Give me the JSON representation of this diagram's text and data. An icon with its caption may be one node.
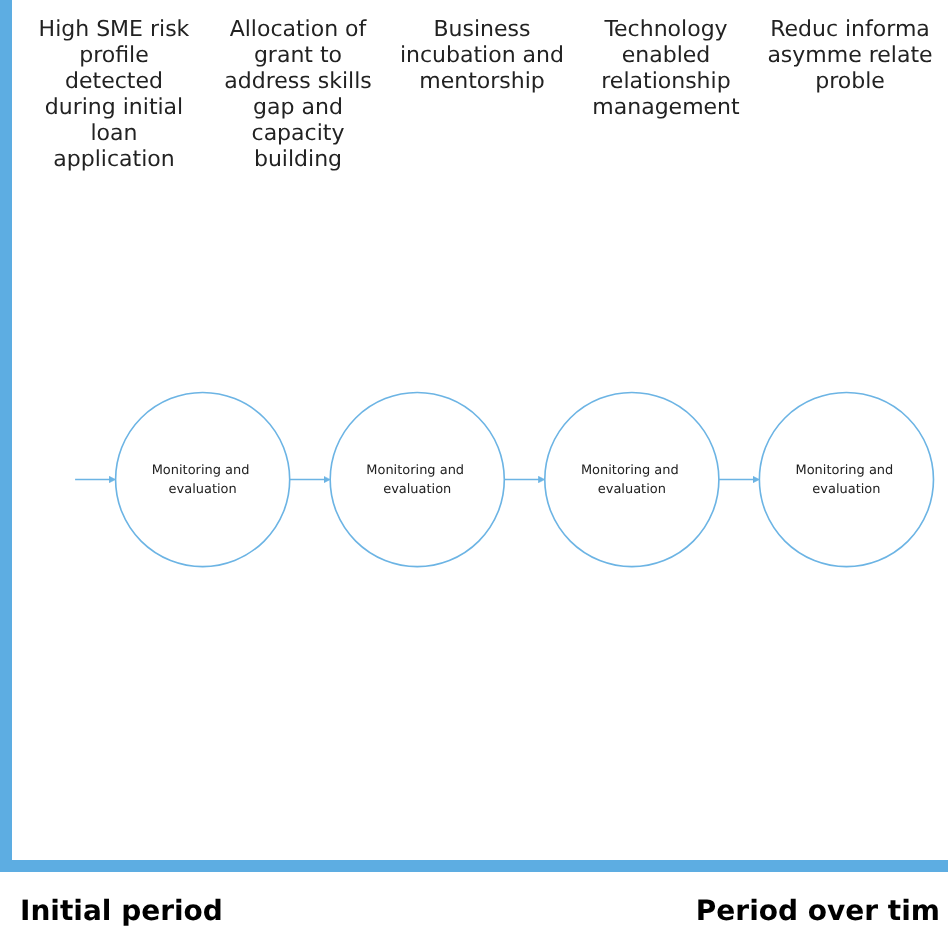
{
  "diagram": {
    "nodes": [
      {
        "text": [
          "Monitoring and evaluation"
        ]
      },
      {
        "text": [
          "Monitoring and evaluation"
        ]
      },
      {
        "text": [
          "Monitoring and evaluation"
        ]
      },
      {
        "text": [
          "Monitoring and evaluation"
        ]
      }
    ],
    "edges": [
      {
        "from": null,
        "to": 0,
        "arrow": "to"
      },
      {
        "from": 0,
        "to": 1,
        "arrow": "to"
      },
      {
        "from": 1,
        "to": 2,
        "arrow": "to"
      },
      {
        "from": 2,
        "to": 3,
        "arrow": "to"
      }
    ],
    "labels": [
      "High SME risk profile detected during initial loan application",
      "Allocation of grant to address skills gap and capacity building",
      "Business incubation and mentorship",
      "Technology enabled relationship management",
      "Reduc informa asymme relate proble",
      "Initial period",
      "Period over tim"
    ]
  }
}
